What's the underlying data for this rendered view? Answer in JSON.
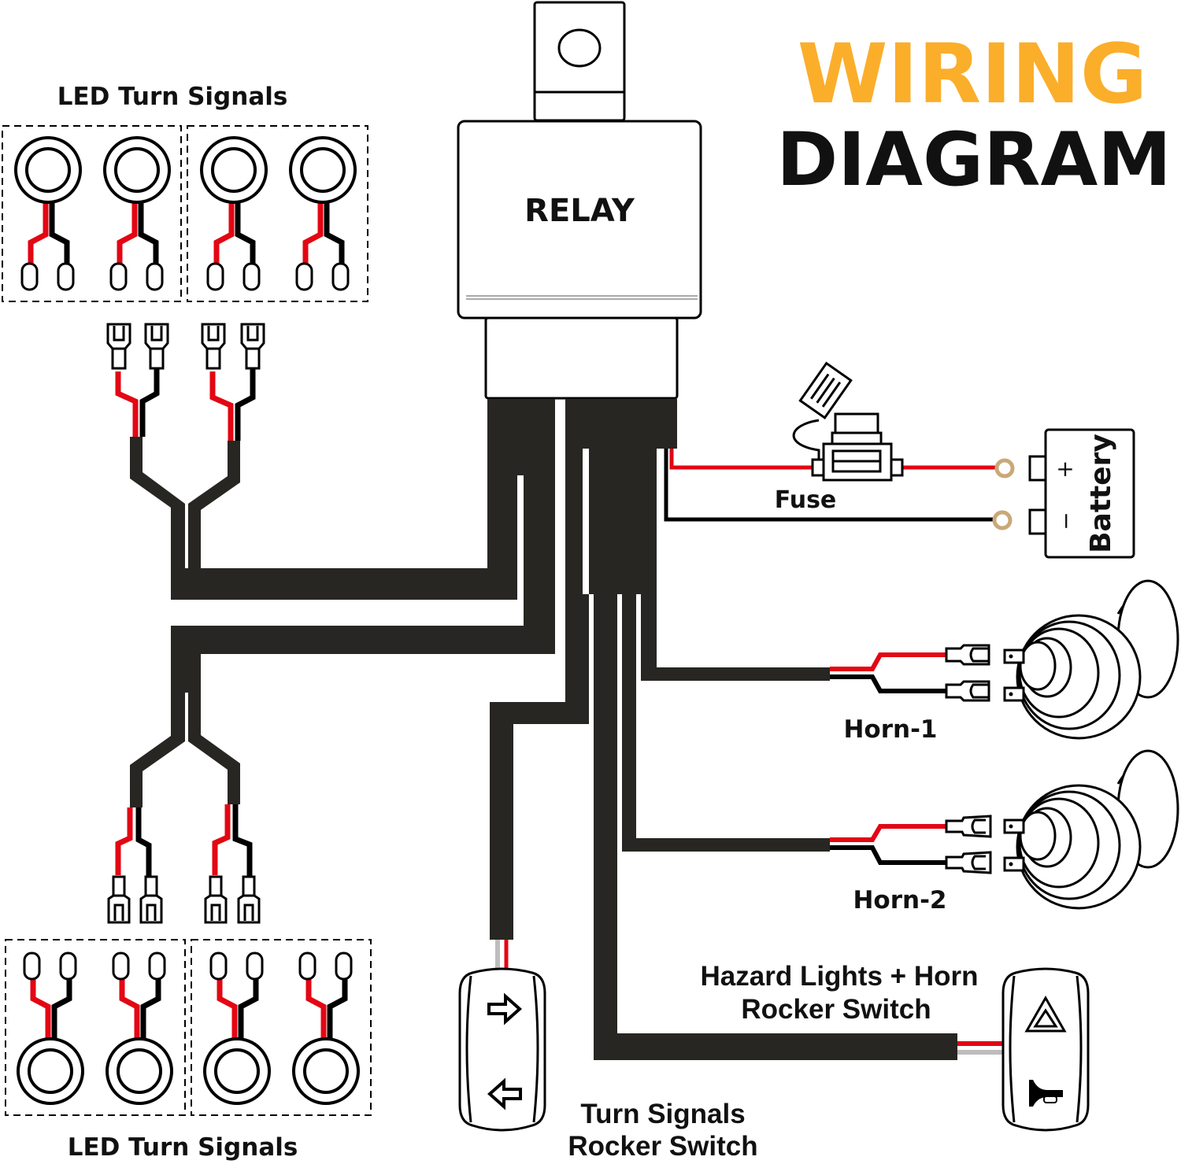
{
  "title": {
    "line1": "WIRING",
    "line2": "DIAGRAM",
    "line1_color": "#fbae2a",
    "line2_color": "#000000"
  },
  "relay": {
    "label": "RELAY"
  },
  "fuse": {
    "label": "Fuse"
  },
  "battery": {
    "label": "Battery",
    "positive_symbol": "+",
    "negative_symbol": "−"
  },
  "horns": [
    {
      "label": "Horn-1"
    },
    {
      "label": "Horn-2"
    }
  ],
  "led_groups": {
    "top_label": "LED Turn Signals",
    "bottom_label": "LED Turn Signals",
    "lights_per_group": 4
  },
  "switches": {
    "turn_signals": {
      "line1": "Turn Signals",
      "line2": "Rocker Switch",
      "icons": [
        "arrow-right-icon",
        "arrow-left-icon"
      ]
    },
    "hazard_horn": {
      "line1": "Hazard Lights + Horn",
      "line2": "Rocker Switch",
      "icons": [
        "hazard-triangle-icon",
        "horn-icon"
      ]
    }
  },
  "colors": {
    "positive_wire": "#e30613",
    "negative_wire": "#000000",
    "harness": "#272622",
    "ring_terminal": "#c8a978",
    "switch_lead": "#bdbdbd"
  }
}
